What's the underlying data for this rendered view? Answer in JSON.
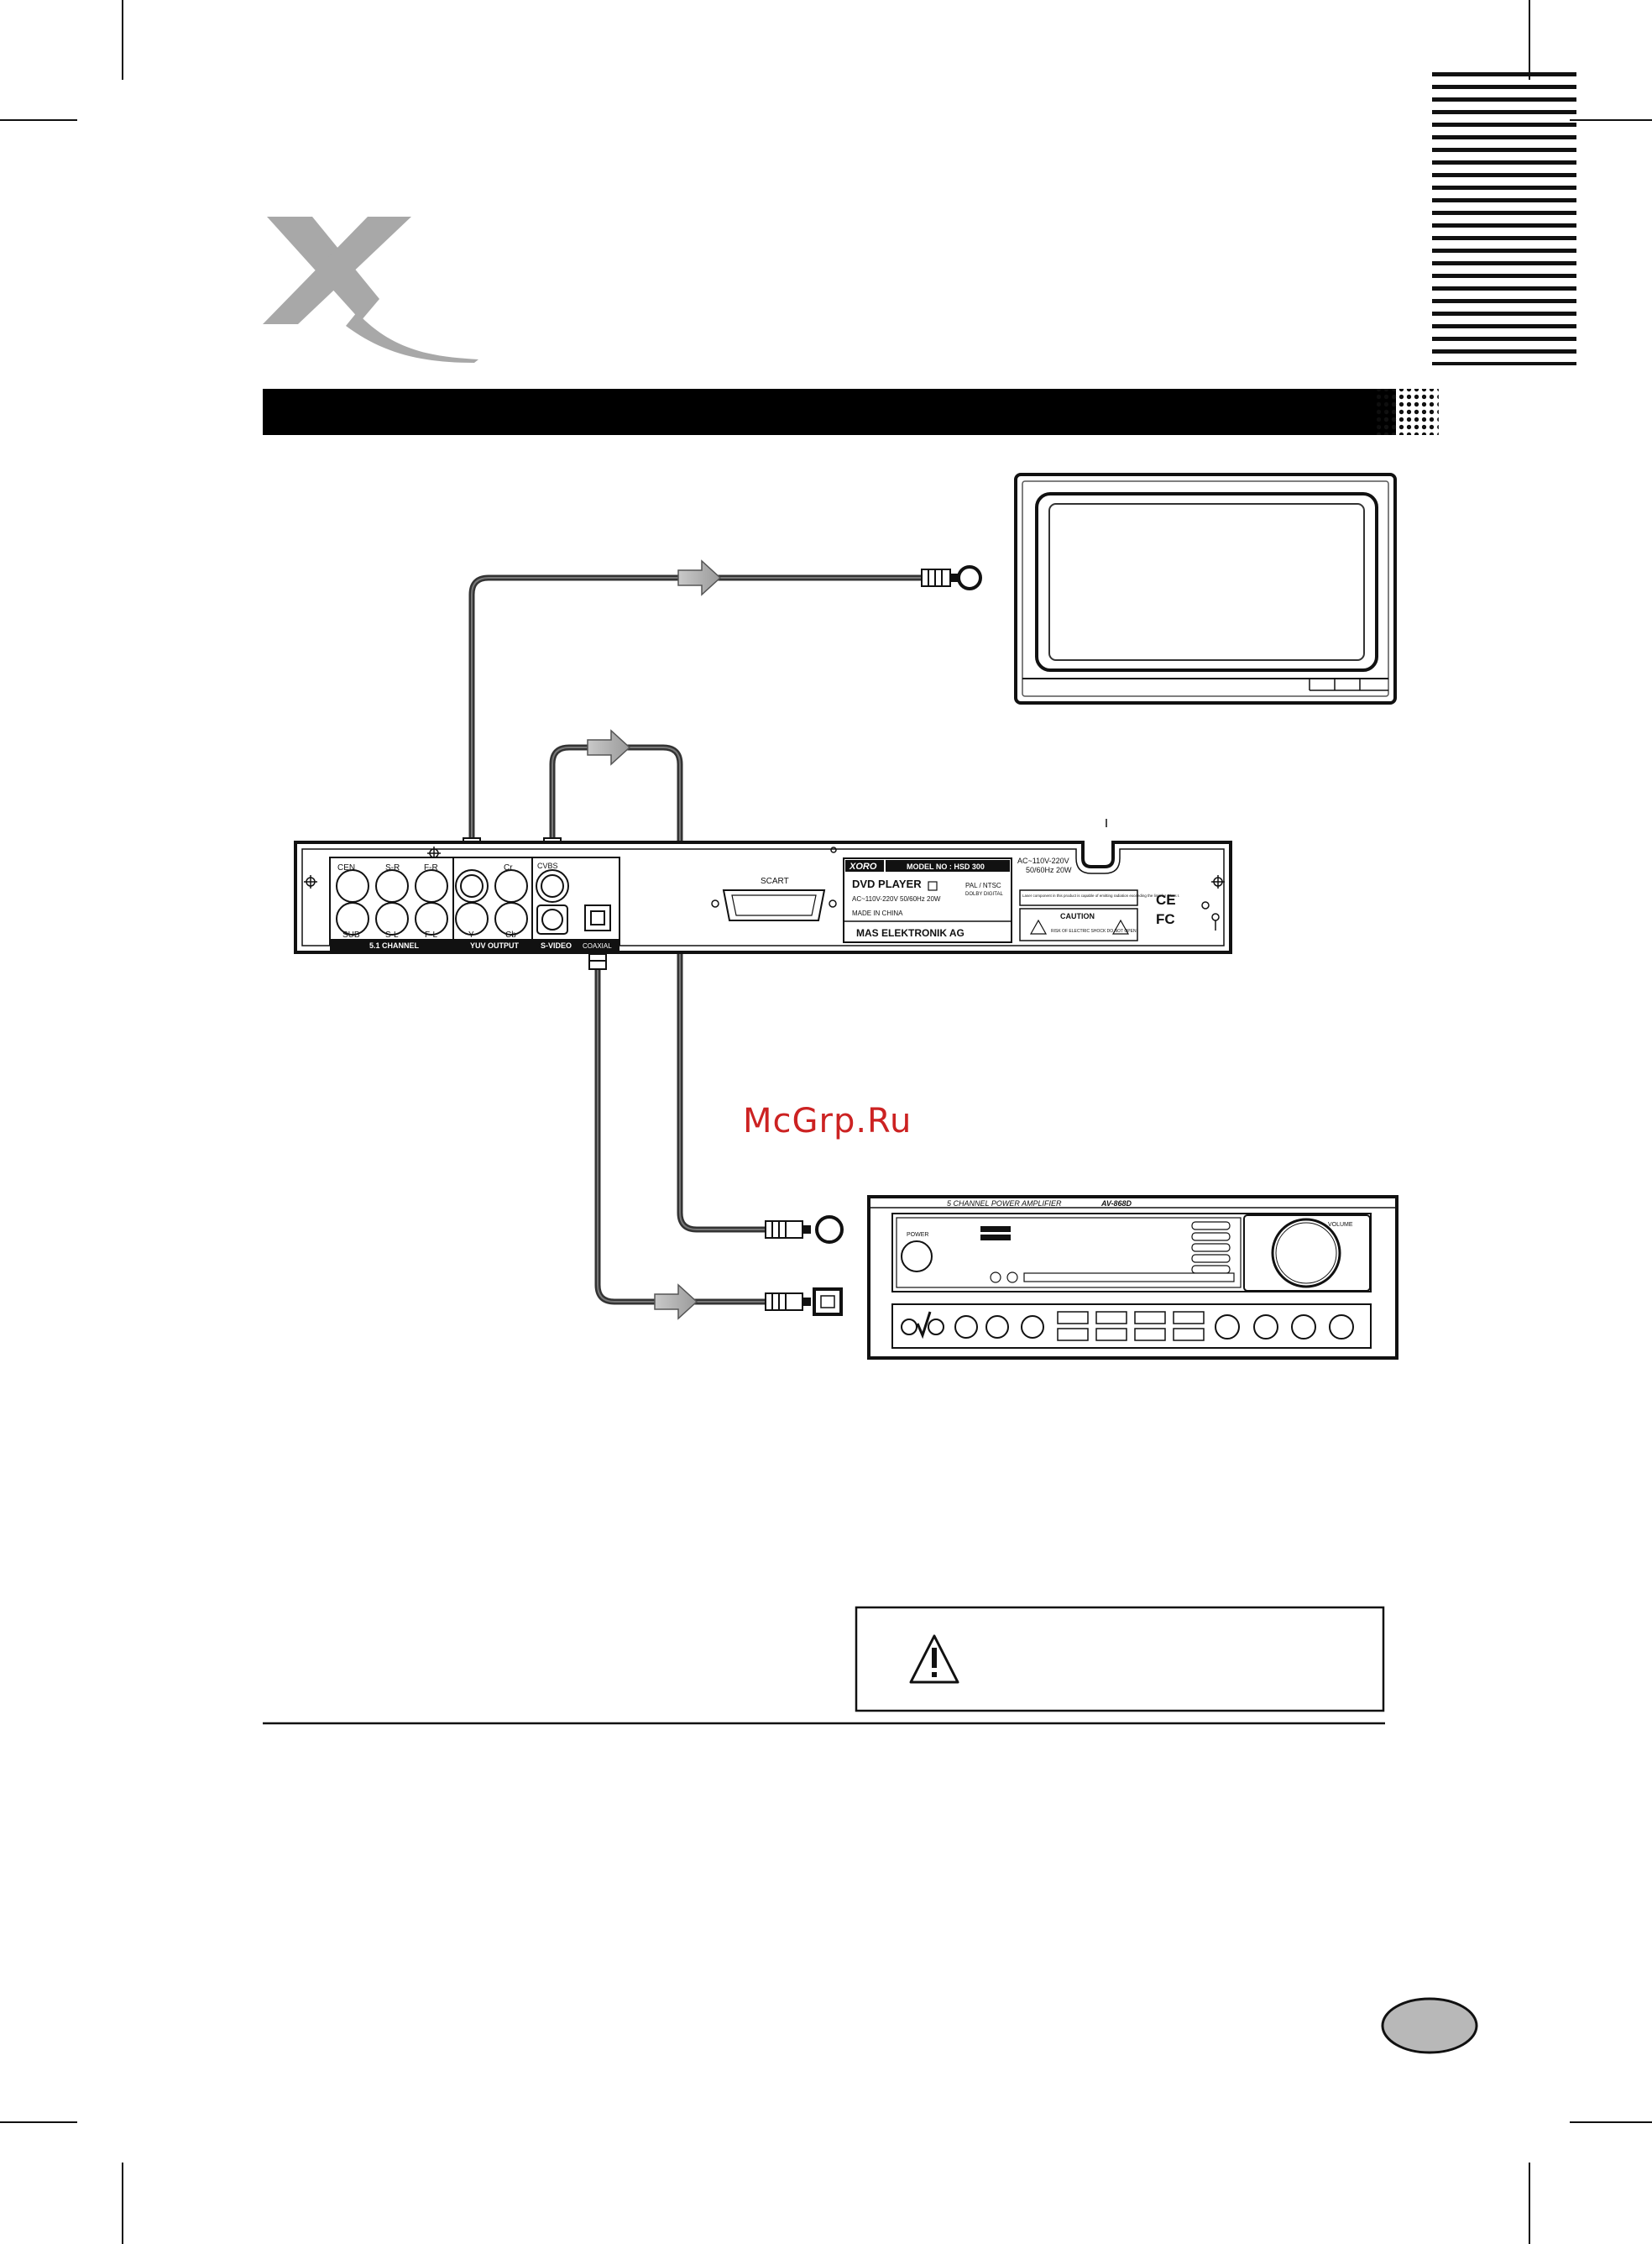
{
  "watermark": "McGrp.Ru",
  "dvd_player": {
    "port_labels_51": [
      "CEN",
      "S-R",
      "F-R",
      "SUB",
      "S-L",
      "F-L"
    ],
    "group_51": "5.1 CHANNEL",
    "yuv_labels": [
      "Cr",
      "Y",
      "Cb"
    ],
    "group_yuv": "YUV OUTPUT",
    "svideo_top": "CVBS",
    "group_svideo": "S-VIDEO",
    "coax_label": "COAXIAL",
    "scart": "SCART",
    "brand_logo": "XORO",
    "model_no": "MODEL NO : HSD 300",
    "product": "DVD PLAYER",
    "system": "PAL / NTSC",
    "dolby": "DOLBY DIGITAL",
    "power_line": "AC~110V-220V  50/60Hz 20W",
    "made_in": "MADE IN CHINA",
    "company": "MAS  ELEKTRONIK  AG",
    "laser_note": "Laser component in this product is capable of emitting radiation exceeding the limit for Class I.",
    "caution": "CAUTION",
    "caution_sub": "RISK OF ELECTRIC SHOCK DO NOT OPEN",
    "ac_rating_1": "AC~110V-220V",
    "ac_rating_2": "50/60Hz 20W",
    "ce_mark": "CE",
    "fc_mark": "FC"
  },
  "amplifier": {
    "title": "5 CHANNEL  POWER  AMPLIFIER",
    "model": "AV-868D",
    "power_label": "POWER",
    "volume_label": "VOLUME"
  },
  "icons": [
    "xoro-logo",
    "warning-triangle-icon",
    "coaxial-jack-icon",
    "optical-jack-icon",
    "signal-arrow-icon"
  ]
}
